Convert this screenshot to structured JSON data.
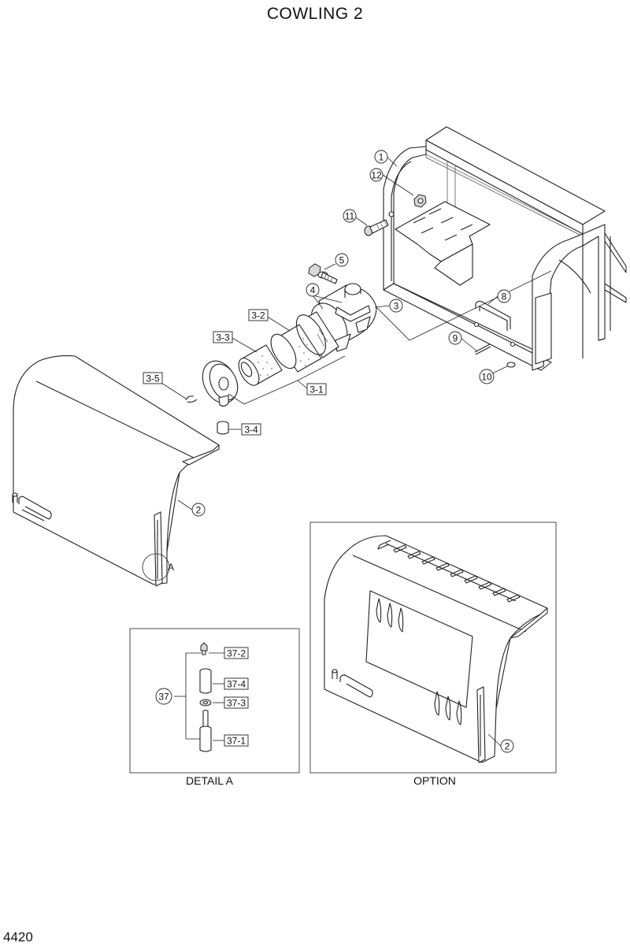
{
  "title": "COWLING 2",
  "page_number": "4420",
  "callouts": {
    "c1": "1",
    "c12": "12",
    "c11": "11",
    "c5": "5",
    "c4": "4",
    "c3": "3",
    "c32": "3-2",
    "c33": "3-3",
    "c35": "3-5",
    "c31": "3-1",
    "c34": "3-4",
    "c8": "8",
    "c9": "9",
    "c10": "10",
    "c2": "2",
    "cA": "A",
    "c372": "37-2",
    "c374": "37-4",
    "c373": "37-3",
    "c371": "37-1",
    "c37": "37",
    "c2opt": "2"
  },
  "panels": {
    "detail_label": "DETAIL A",
    "option_label": "OPTION"
  }
}
